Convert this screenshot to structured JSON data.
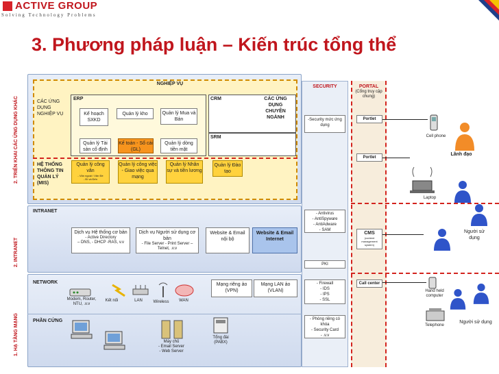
{
  "header": {
    "logo_text": "ACTIVE GROUP",
    "tagline": "Solving    Technology    Problems",
    "title": "3. Phương pháp luận – Kiến trúc tổng thể"
  },
  "side_labels": {
    "app": "2. TRIỂN KHAI CÁC ỨNG DỤNG KHÁC",
    "intranet": "2. INTRANET",
    "infra": "1. HẠ TẦNG MẠNG"
  },
  "business": {
    "title": "NGHIỆP VỤ",
    "apps_label": "CÁC ỨNG DỤNG NGHIỆP VỤ",
    "erp_label": "ERP",
    "erp_boxes": [
      "Kế hoạch SXKD",
      "Quản lý kho",
      "Quản lý Mua và Bán",
      "Quản lý Tài sản cố định",
      "Kế toán - Sổ cái (GL)",
      "Quản lý dòng tiền mặt"
    ],
    "crm": "CRM",
    "srm": "SRM",
    "special": "CÁC ỨNG DỤNG CHUYÊN NGÀNH",
    "mis_label": "HỆ THỐNG THÔNG TIN QUẢN LÝ (MIS)",
    "mis_boxes": [
      {
        "title": "Quản lý công văn",
        "sub": "- Văn ngoài / Văn Đề\n- Đi và Đến"
      },
      {
        "title": "Quản lý công việc",
        "sub": "- Giao việc qua mạng"
      },
      {
        "title": "Quản lý Nhân sự và tiền lương",
        "sub": ""
      },
      {
        "title": "Quản lý Đào tạo",
        "sub": ""
      }
    ]
  },
  "intranet": {
    "label": "INTRANET",
    "boxes": [
      {
        "title": "Dịch vụ Hệ thống cơ bản",
        "sub": "- Active Directory\n– DNS, - DHCP -RAS, v.v"
      },
      {
        "title": "Dịch vụ Người sử dụng cơ bản",
        "sub": "- File Server - Print Server –\nTelnet, .v.v"
      },
      {
        "title": "Website & Email nội bộ",
        "sub": ""
      },
      {
        "title": "Website & Email Internet",
        "sub": ""
      }
    ]
  },
  "network": {
    "label": "NETWORK",
    "items": [
      "Modem, Router, NTU, .v.v",
      "Kết nối",
      "LAN",
      "Wireless",
      "WAN"
    ],
    "vpn": "Mạng riêng ảo (VPN)",
    "vlan": "Mạng LAN ảo (VLAN)"
  },
  "hardware": {
    "label": "PHẦN CỨNG",
    "servers": "Máy chủ\n- Email Server\n- Web Server",
    "pabx": "Tổng đài (PABX)"
  },
  "security": {
    "title": "SECURITY",
    "app_sec": "-Security mức ứng dụng",
    "anti": "- Antivirus\n- AntiSpyware\n- AntiAdware\n- SAM",
    "pki": "PKI",
    "fw": "- Firewall\n- IDS\n- IPS\n- SSL",
    "phys": "- Phòng riêng có khóa\n- Security Card\n- .v.v"
  },
  "portal": {
    "title": "PORTAL",
    "sub": "(Cổng truy cập chung)",
    "portlet1": "Portlet",
    "portlet2": "Portlet",
    "cms_title": "CMS",
    "cms_sub": "(content management system)",
    "callcenter": "Call center"
  },
  "users": {
    "cellphone": "Cell phone",
    "leader": "Lãnh đạo",
    "laptop": "Laptop",
    "user1": "Người sử dụng",
    "handheld": "Hand held computer",
    "telephone": "Telephone",
    "user2": "Người sử dụng"
  }
}
